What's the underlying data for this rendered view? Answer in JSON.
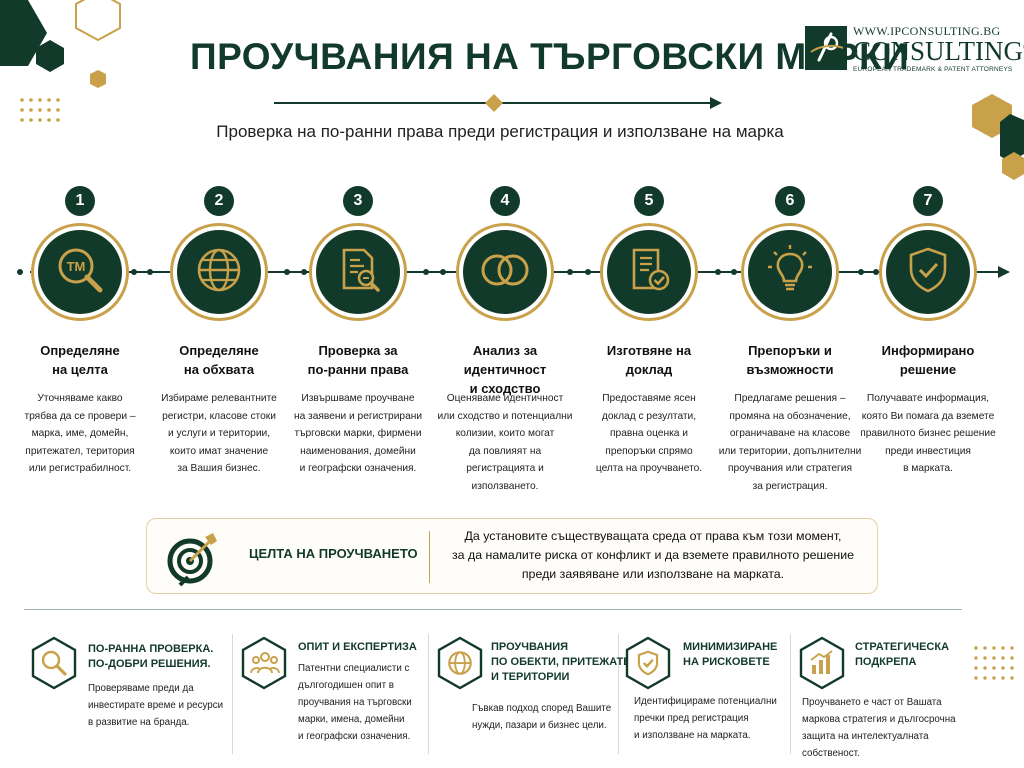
{
  "header": {
    "title": "ПРОУЧВАНИЯ НА ТЪРГОВСКИ МАРКИ",
    "subtitle": "Проверка на по-ранни права преди регистрация и използване на марка"
  },
  "logo": {
    "url": "WWW.IPCONSULTING.BG",
    "name": "CONSULTING",
    "registered": "®",
    "tagline": "EUROPEAN TRADEMARK & PATENT ATTORNEYS"
  },
  "steps": [
    {
      "number": "1",
      "icon": "trademark-magnifier-icon",
      "icon_text": "TM",
      "title": [
        "Определяне",
        "на целта"
      ],
      "desc": [
        "Уточняваме какво",
        "трябва да се провери –",
        "марка, име, домейн,",
        "притежател, територия",
        "или регистрабилност."
      ]
    },
    {
      "number": "2",
      "icon": "globe-icon",
      "title": [
        "Определяне",
        "на обхвата"
      ],
      "desc": [
        "Избираме релевантните",
        "регистри, класове стоки",
        "и услуги и територии,",
        "които имат значение",
        "за Вашия бизнес."
      ]
    },
    {
      "number": "3",
      "icon": "document-search-icon",
      "title": [
        "Проверка за",
        "по-ранни права"
      ],
      "desc": [
        "Извършваме проучване",
        "на заявени и регистрирани",
        "търговски марки, фирмени",
        "наименования, домейни",
        "и географски означения."
      ]
    },
    {
      "number": "4",
      "icon": "overlap-rings-icon",
      "title": [
        "Анализ за идентичност",
        "и сходство"
      ],
      "desc": [
        "Оценяваме идентичност",
        "или сходство и потенциални",
        "колизии, които могат",
        "да повлияят  на",
        "регистрацията и",
        "използването."
      ]
    },
    {
      "number": "5",
      "icon": "report-check-icon",
      "title": [
        "Изготвяне на",
        "доклад"
      ],
      "desc": [
        "Предоставяме ясен",
        "доклад с резултати,",
        "правна оценка и",
        "препоръки спрямо",
        "целта на проучването."
      ]
    },
    {
      "number": "6",
      "icon": "lightbulb-icon",
      "title": [
        "Препоръки и",
        "възможности"
      ],
      "desc": [
        "Предлагаме решения –",
        "промяна на обозначение,",
        "ограничаване на класове",
        "или територии, допълнителни",
        "проучвания или стратегия",
        "за регистрация."
      ]
    },
    {
      "number": "7",
      "icon": "shield-check-icon",
      "title": [
        "Информирано",
        "решение"
      ],
      "desc": [
        "Получавате информация,",
        "която Ви помага да вземете",
        "правилното бизнес решение",
        "преди инвестиция",
        "в марката."
      ]
    }
  ],
  "goal": {
    "icon": "target-arrow-icon",
    "label": "ЦЕЛТА НА ПРОУЧВАНЕТО",
    "text": [
      "Да установите съществуващата среда от права към този момент,",
      "за да намалите риска от конфликт и да вземете правилното решение",
      "преди заявяване или използване на марката."
    ]
  },
  "features": [
    {
      "icon": "magnifier-icon",
      "title": [
        "ПО-РАННА ПРОВЕРКА.",
        "ПО-ДОБРИ РЕШЕНИЯ."
      ],
      "desc": [
        "Проверяваме преди да",
        "инвестирате време и ресурси",
        "в развитие на бранда."
      ]
    },
    {
      "icon": "team-icon",
      "title": [
        "ОПИТ И ЕКСПЕРТИЗА"
      ],
      "desc": [
        "Патентни специалисти с",
        "дългогодишен опит в",
        "проучвания на търговски",
        "марки, имена, домейни",
        "и географски означения."
      ]
    },
    {
      "icon": "globe-icon",
      "title": [
        "ПРОУЧВАНИЯ",
        "ПО ОБЕКТИ, ПРИТЕЖАТЕЛИ",
        "И ТЕРИТОРИИ"
      ],
      "desc": [
        "Гъвкав подход според Вашите",
        "нужди, пазари и бизнес цели."
      ]
    },
    {
      "icon": "shield-check-icon",
      "title": [
        "МИНИМИЗИРАНЕ",
        "НА РИСКОВЕТЕ"
      ],
      "desc": [
        "Идентифицираме потенциални",
        "пречки пред регистрация",
        "и използване на марката."
      ]
    },
    {
      "icon": "bar-chart-icon",
      "title": [
        "СТРАТЕГИЧЕСКА",
        "ПОДКРЕПА"
      ],
      "desc": [
        "Проучването е част от Вашата",
        "маркова стратегия и дългосрочна",
        "защита на интелектуалната",
        "собственост."
      ]
    }
  ],
  "colors": {
    "primary": "#123a2a",
    "accent": "#c9a14a"
  }
}
